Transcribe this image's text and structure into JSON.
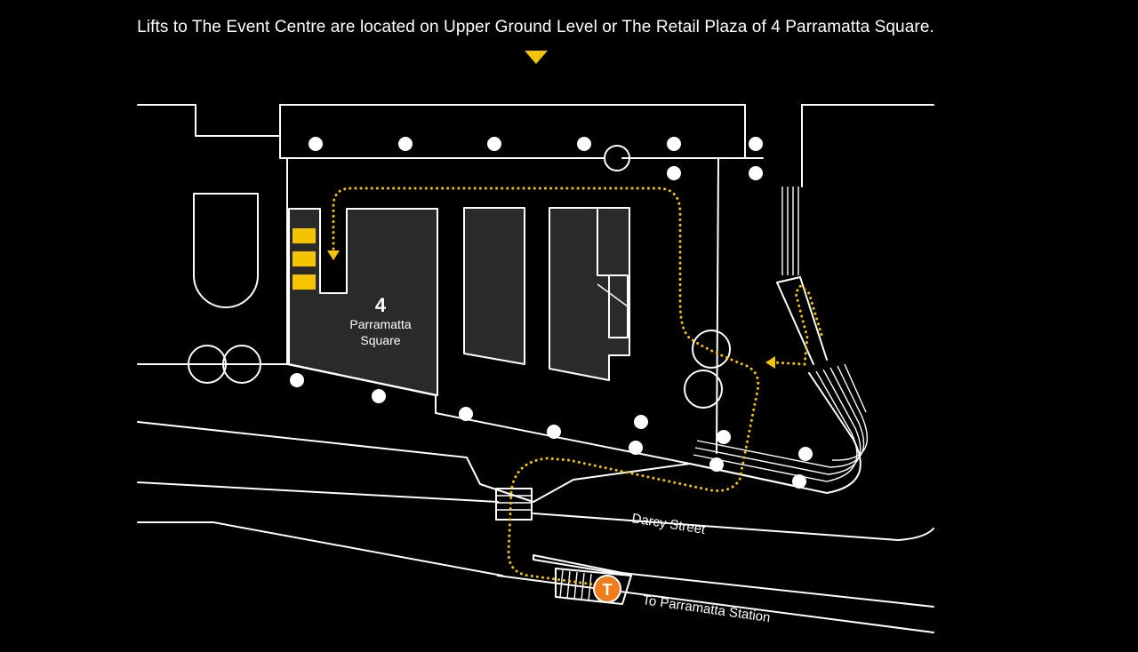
{
  "caption": "Lifts to The Event Centre are located on Upper Ground Level or The Retail Plaza of 4 Parramatta Square.",
  "building": {
    "number": "4",
    "name_line1": "Parramatta",
    "name_line2": "Square"
  },
  "streets": {
    "darcy": "Darcy Street",
    "station": "To Parramatta Station"
  },
  "transport_icon": {
    "letter": "T",
    "color": "#f07c1b"
  },
  "colors": {
    "route": "#f5c400",
    "lifts": "#f5c400",
    "background": "#000000",
    "building_fill": "#2a2a2a"
  },
  "icons": [
    "down-triangle-icon",
    "train-icon"
  ]
}
